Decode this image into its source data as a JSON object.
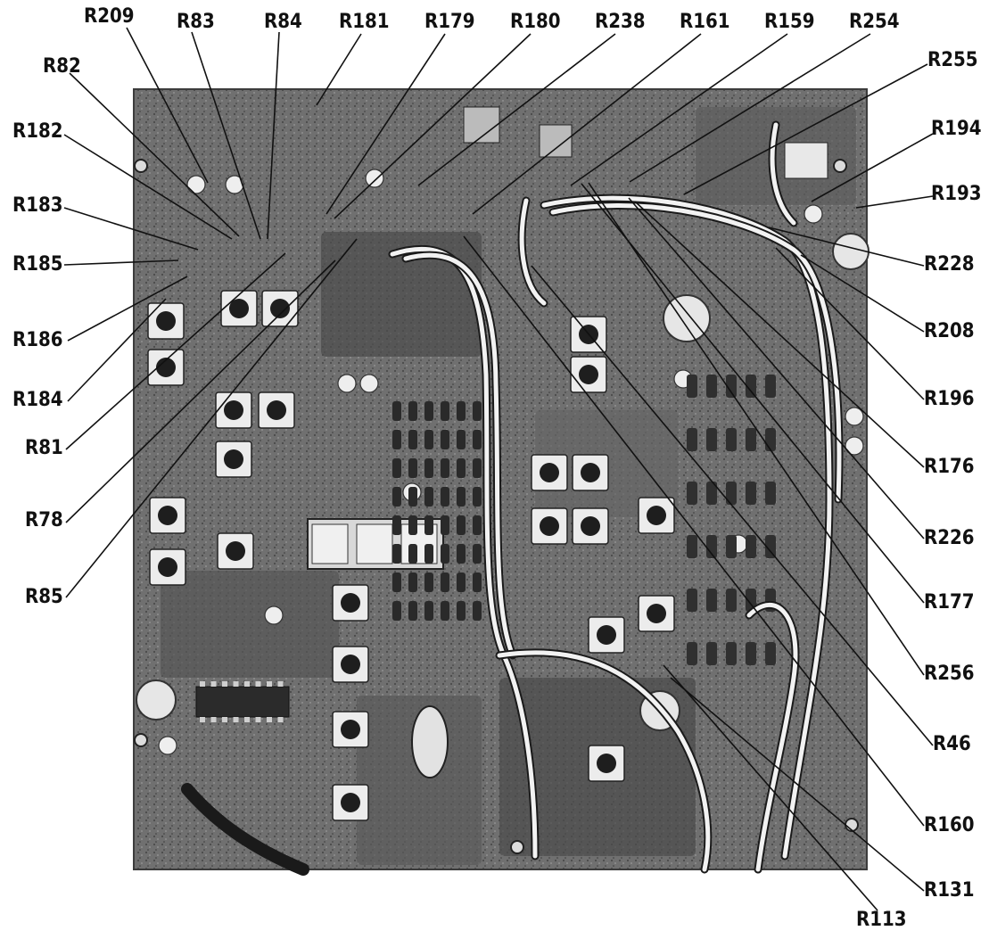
{
  "colors": {
    "board_base": "#6f6f6f",
    "board_dark": "#2a2a2a",
    "board_light": "#b5b5b5",
    "pad_white": "#ececec",
    "pad_dark": "#1e1e1e",
    "leader": "#111111",
    "label": "#111111"
  },
  "labels": {
    "R209": "R209",
    "R83": "R83",
    "R84": "R84",
    "R181": "R181",
    "R179": "R179",
    "R180": "R180",
    "R238": "R238",
    "R161": "R161",
    "R159": "R159",
    "R254": "R254",
    "R255": "R255",
    "R82": "R82",
    "R182": "R182",
    "R183": "R183",
    "R185": "R185",
    "R186": "R186",
    "R184": "R184",
    "R81": "R81",
    "R78": "R78",
    "R85": "R85",
    "R194": "R194",
    "R193": "R193",
    "R228": "R228",
    "R208": "R208",
    "R196": "R196",
    "R176": "R176",
    "R226": "R226",
    "R177": "R177",
    "R256": "R256",
    "R46": "R46",
    "R160": "R160",
    "R131": "R131",
    "R113": "R113"
  }
}
